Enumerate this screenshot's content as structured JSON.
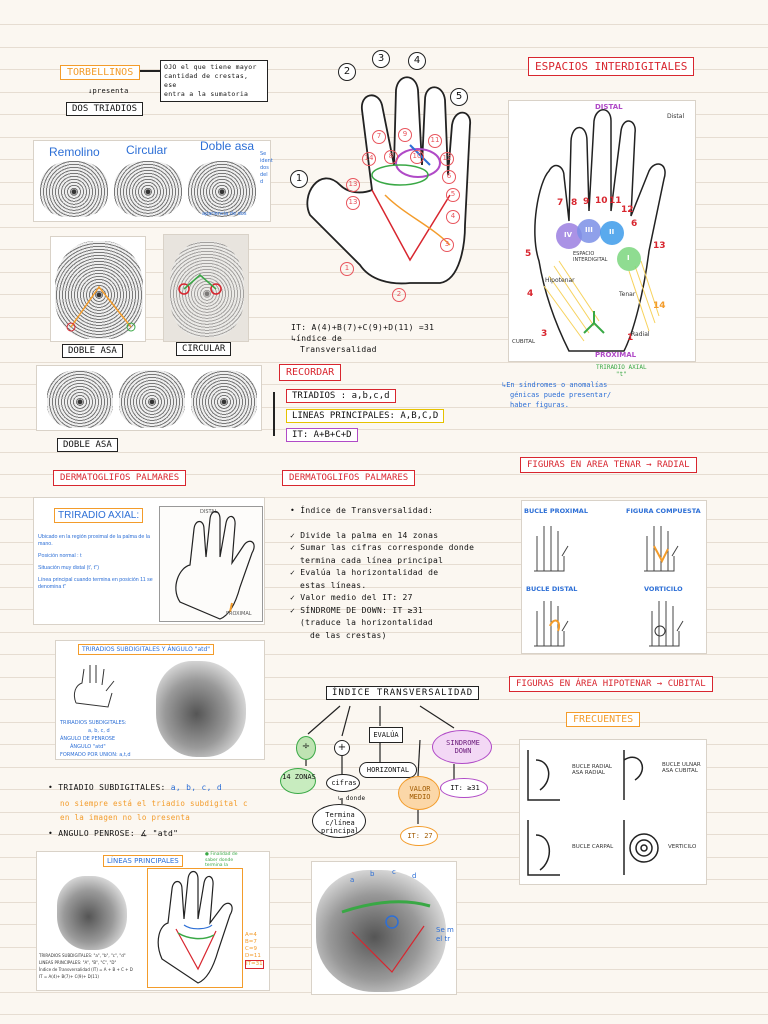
{
  "colors": {
    "orange": "#f39c2b",
    "red": "#d8262f",
    "purple": "#b04ac7",
    "green": "#39a845",
    "blue": "#2d6fd6"
  },
  "torbellinos": {
    "tag": "TORBELLINOS",
    "presenta": "↓presenta",
    "dos_triadios": "DOS TRIADIOS",
    "note": [
      "OJO el que tiene mayor",
      "cantidad de crestas, ese",
      "entra a la sumatoria"
    ]
  },
  "whorl_panel": {
    "labels": [
      "Remolino",
      "Circular",
      "Doble asa"
    ],
    "side_note": [
      "Se",
      "ident",
      "dos",
      "del",
      "d"
    ],
    "bottom_note": "apariencia de dos"
  },
  "tags_row2": {
    "doble_asa": "DOBLE ASA",
    "circular": "CIRCULAR"
  },
  "doble_asa2": "DOBLE ASA",
  "it_formula": {
    "line1": "IT: A(4)+B(7)+C(9)+D(11) =31",
    "line2": "↳índice de",
    "line3": "Transversalidad"
  },
  "recordar": {
    "tag": "RECORDAR",
    "items": [
      "TRIADIOS : a,b,c,d",
      "LINEAS PRINCIPALES: A,B,C,D",
      "IT: A+B+C+D"
    ]
  },
  "hand_numbers": [
    "1",
    "2",
    "3",
    "4",
    "5"
  ],
  "hand_red_numbers": [
    "7",
    "9",
    "11",
    "13",
    "13",
    "14",
    "12",
    "10",
    "8",
    "6",
    "5",
    "4",
    "3",
    "1",
    "2"
  ],
  "espacios": {
    "title": "ESPACIOS INTERDIGITALES",
    "distal": "DISTAL",
    "distal2": "Distal",
    "proximal": "PROXIMAL",
    "cubital": "CUBITAL",
    "radial": "Radial",
    "hipotenar": "Hipotenar",
    "tenar": "Tenar",
    "espacio": "ESPACIO INTERDIGITAL",
    "nums": [
      "7",
      "8",
      "9",
      "10",
      "11",
      "12",
      "5",
      "4",
      "3",
      "1",
      "13",
      "14",
      "6"
    ],
    "roman": [
      "IV",
      "III",
      "II",
      "I"
    ],
    "triradio": [
      "TRIRADIO AXIAL",
      "\"t\""
    ],
    "note": [
      "↳En síndromes o anomalías",
      "génicas puede presentar/",
      "haber figuras."
    ]
  },
  "figuras_tenar": {
    "title": "FIGURAS EN AREA TENAR → RADIAL",
    "labels": [
      "BUCLE PROXIMAL",
      "FIGURA COMPUESTA",
      "BUCLE DISTAL",
      "VORTICILO"
    ]
  },
  "figuras_hipotenar": {
    "title": "FIGURAS EN ÁREA HIPOTENAR → CUBITAL",
    "frecuentes": "FRECUENTES",
    "labels": [
      "BUCLE RADIAL ASA RADIAL",
      "BUCLE ULNAR ASA CUBITAL",
      "BUCLE CARPAL",
      "VERTICILO"
    ]
  },
  "dermato_left": {
    "tag": "DERMATOGLIFOS PALMARES",
    "panel_title": "TRIRADIO AXIAL:",
    "distal": "DISTAL",
    "proximal": "PROXIMAL",
    "bullets": [
      "Ubicado en la región proximal de la palma de la mano.",
      "Posición normal : t",
      "Situación muy distal (t', t'')",
      "Línea principal cuando termina en posición 11 se denomina t''"
    ]
  },
  "triradios_panel": {
    "title": "TRIRADIOS SUBDIGITALES Y ÁNGULO \"atd\"",
    "lines": [
      "TRIRADIOS SUBDIGITALES:",
      "a, b, c, d",
      "ÁNGULO DE PENROSE",
      "ÁNGULO \"atd\"",
      "FORMADO POR UNION: a,t,d"
    ]
  },
  "subdig_notes": {
    "line1a": "• TRIADIO SUBDIGITALES: ",
    "line1b": "a, b, c, d",
    "line2": "no siempre está el triadio subdigital c",
    "line3": "en la imagen no lo presenta",
    "line4": "• ANGULO PENROSE: ∡ \"atd\""
  },
  "lineas_panel": {
    "title": "LÍNEAS PRINCIPALES",
    "side_note": [
      "● Finalidad de",
      "saber donde",
      "termina la",
      "línea principal"
    ],
    "lines": [
      "TRIRADIOS SUBDIGITALES: \"a\", \"b\", \"c\", \"d\"",
      "LINEAS PRINCIPALES: \"A\", \"B\", \"C\", \"D\"",
      "Índice de Transversalidad (IT) = A + B + C + D",
      "IT = A(4)+ B(7)+ C(9)+ D(11)"
    ],
    "right_vals": [
      "A=4",
      "B=7",
      "C=9",
      "D=11",
      "IT=31"
    ]
  },
  "dermato_mid": {
    "tag": "DERMATOGLIFOS PALMARES",
    "items": [
      "• Índice de Transversalidad:",
      "✓ Divide la palma en 14 zonas",
      "✓ Sumar las cifras corresponde donde",
      "termina cada línea principal",
      "✓ Evalúa la horizontalidad de",
      "estas líneas.",
      "✓ Valor medio del IT: 27",
      "✓ SÍNDROME DE DOWN: IT ≥31",
      "(traduce la horizontalidad",
      "de las crestas)"
    ]
  },
  "mindmap": {
    "title": "ÍNDICE TRANSVERSALIDAD",
    "n1": "÷",
    "n2": "+",
    "n3": "EVALÚA",
    "n4": "SINDROME DOWN",
    "n1b": "14 ZONAS",
    "n2b": "cifras",
    "n2c": "↳ donde",
    "n2d": "Termina c/línea principal",
    "n3b": "HORIZONTAL",
    "n4b": "IT: ≥31",
    "v1": "VALOR MEDIO",
    "v2": "IT: 27"
  },
  "bottom_palm_labels": [
    "a",
    "b",
    "c",
    "d"
  ],
  "bottom_right_note": [
    "Se m",
    "el tr"
  ]
}
